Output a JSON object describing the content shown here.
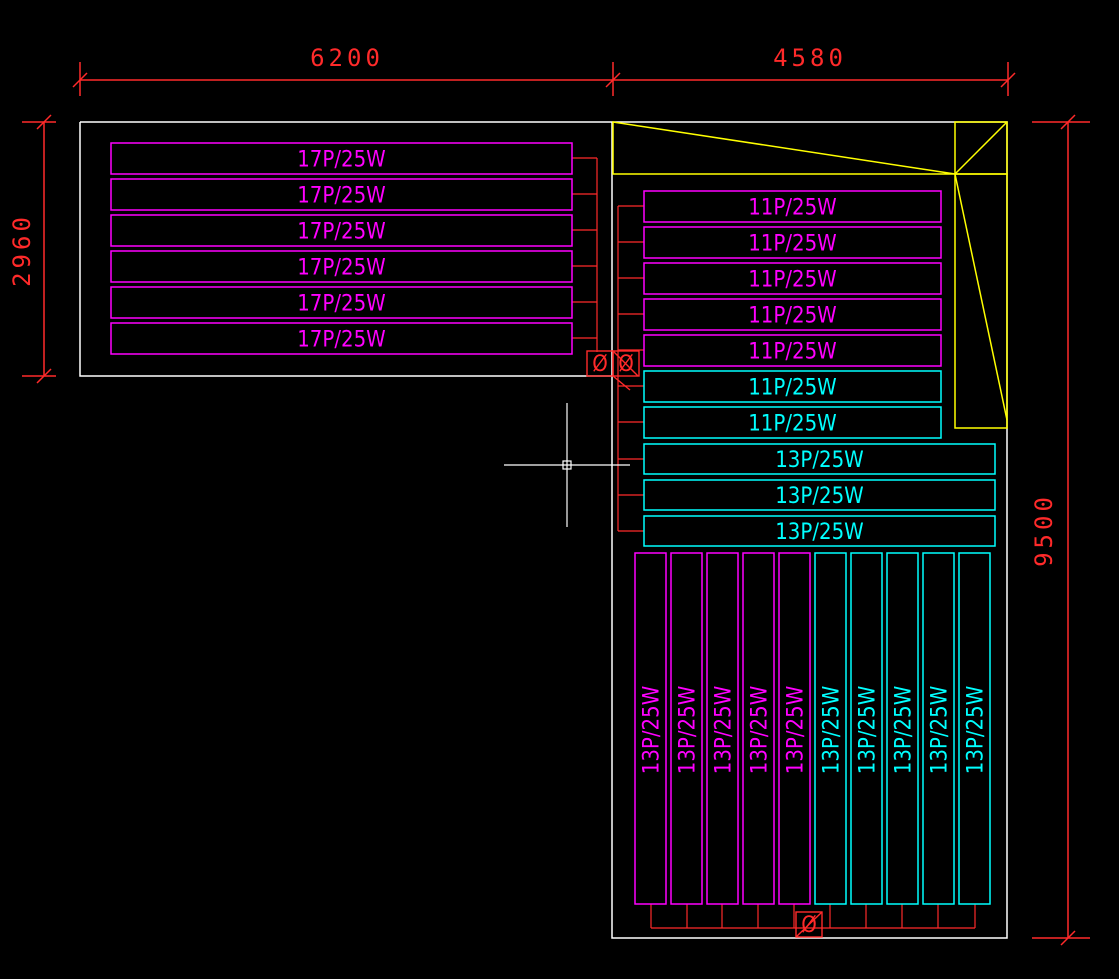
{
  "dimensions": {
    "top_left": "6200",
    "top_right": "4580",
    "left": "2960",
    "right": "9500"
  },
  "colors": {
    "background": "#000000",
    "outline": "#ffffff",
    "dimension": "#ff2a2a",
    "pipe": "#ff2a2a",
    "loop_magenta": "#ff00ff",
    "loop_cyan": "#00ffff",
    "triangle": "#ffff00"
  },
  "top_loops": [
    "17P/25W",
    "17P/25W",
    "17P/25W",
    "17P/25W",
    "17P/25W",
    "17P/25W"
  ],
  "right_loops": [
    {
      "label": "11P/25W",
      "color": "magenta"
    },
    {
      "label": "11P/25W",
      "color": "magenta"
    },
    {
      "label": "11P/25W",
      "color": "magenta"
    },
    {
      "label": "11P/25W",
      "color": "magenta"
    },
    {
      "label": "11P/25W",
      "color": "magenta"
    },
    {
      "label": "11P/25W",
      "color": "cyan"
    },
    {
      "label": "11P/25W",
      "color": "cyan"
    }
  ],
  "wide_loops": [
    "13P/25W",
    "13P/25W",
    "13P/25W"
  ],
  "vertical_loops": [
    {
      "label": "13P/25W",
      "color": "magenta"
    },
    {
      "label": "13P/25W",
      "color": "magenta"
    },
    {
      "label": "13P/25W",
      "color": "magenta"
    },
    {
      "label": "13P/25W",
      "color": "magenta"
    },
    {
      "label": "13P/25W",
      "color": "magenta"
    },
    {
      "label": "13P/25W",
      "color": "cyan"
    },
    {
      "label": "13P/25W",
      "color": "cyan"
    },
    {
      "label": "13P/25W",
      "color": "cyan"
    },
    {
      "label": "13P/25W",
      "color": "cyan"
    },
    {
      "label": "13P/25W",
      "color": "cyan"
    }
  ],
  "manifold_symbol": "Ø"
}
